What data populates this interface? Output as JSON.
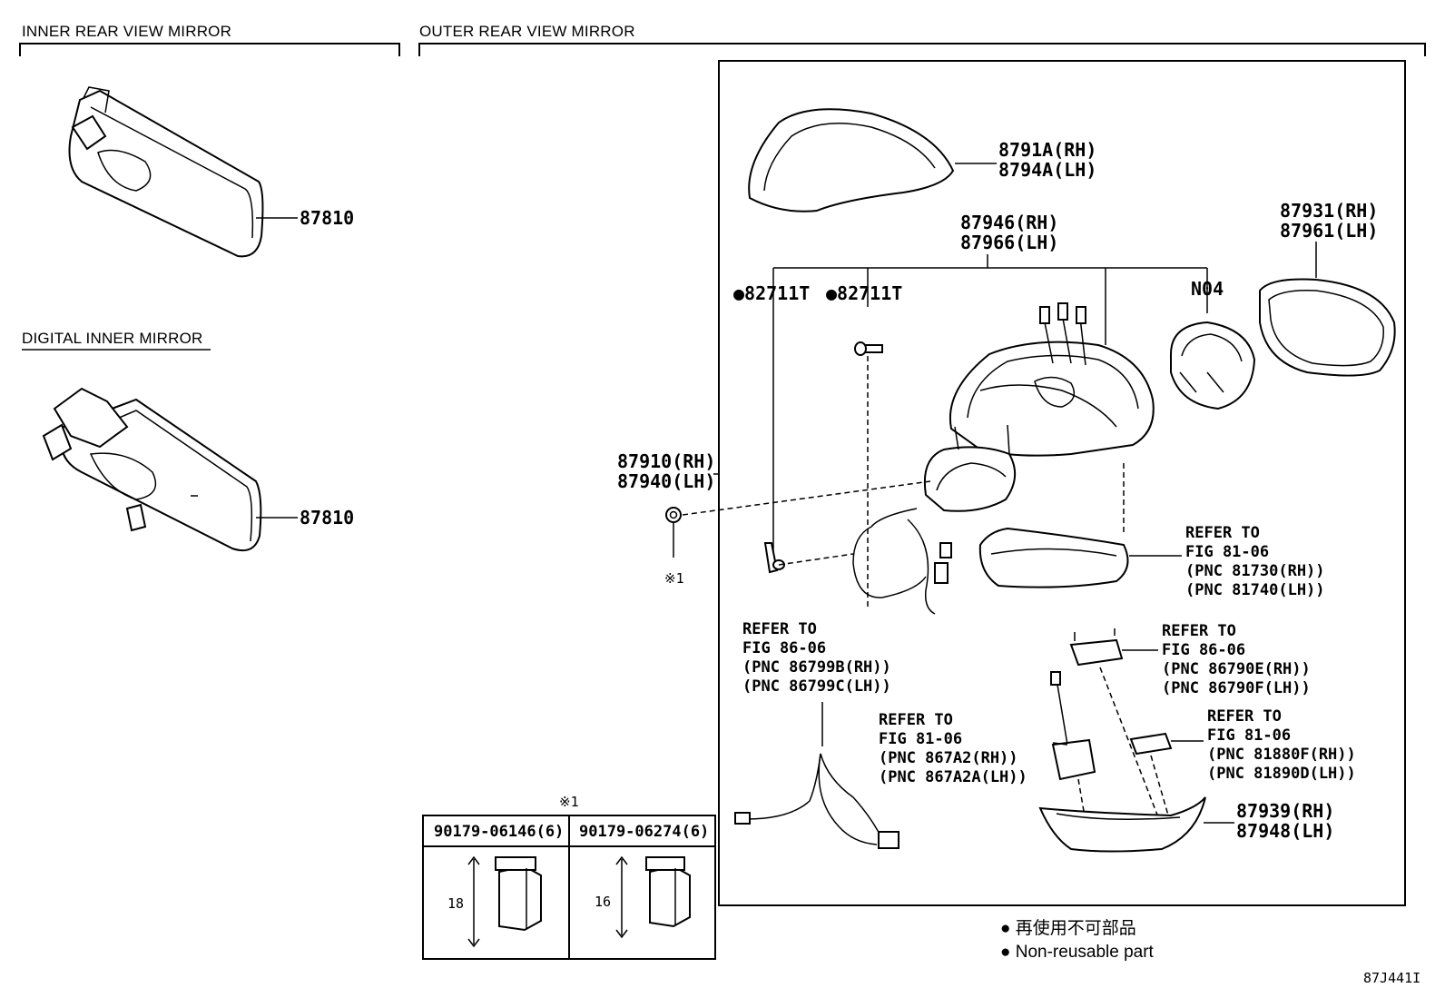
{
  "sections": {
    "inner_rear_view_mirror": "INNER REAR VIEW MIRROR",
    "outer_rear_view_mirror": "OUTER REAR VIEW MIRROR",
    "digital_inner_mirror": "DIGITAL INNER MIRROR"
  },
  "parts": {
    "inner_mirror": "87810",
    "digital_mirror": "87810",
    "cover_rh": "8791A(RH)",
    "cover_lh": "8794A(LH)",
    "body_rh": "87946(RH)",
    "body_lh": "87966(LH)",
    "glass_rh": "87931(RH)",
    "glass_lh": "87961(LH)",
    "motor": "N04",
    "clip_1": "●82711T",
    "clip_2": "●82711T",
    "assy_rh": "87910(RH)",
    "assy_lh": "87940(LH)",
    "nut_mark": "※1",
    "lower_cover_rh": "87939(RH)",
    "lower_cover_lh": "87948(LH)"
  },
  "refs": {
    "turn_signal": [
      "REFER TO",
      "FIG 81-06",
      "(PNC 81730(RH))",
      "(PNC 81740(LH))"
    ],
    "harness": [
      "REFER TO",
      "FIG 86-06",
      "(PNC 86799B(RH))",
      "(PNC 86799C(LH))"
    ],
    "camera_bracket": [
      "REFER TO",
      "FIG 86-06",
      "(PNC 86790E(RH))",
      "(PNC 86790F(LH))"
    ],
    "camera": [
      "REFER TO",
      "FIG 81-06",
      "(PNC 867A2(RH))",
      "(PNC 867A2A(LH))"
    ],
    "lamp": [
      "REFER TO",
      "FIG 81-06",
      "(PNC 81880F(RH))",
      "(PNC 81890D(LH))"
    ]
  },
  "nut_table": {
    "mark": "※1",
    "col1_part": "90179-06146(6)",
    "col1_dim": "18",
    "col2_part": "90179-06274(6)",
    "col2_dim": "16"
  },
  "legend": {
    "jp": "● 再使用不可部品",
    "en": "● Non-reusable part"
  },
  "figure_code": "87J441I"
}
